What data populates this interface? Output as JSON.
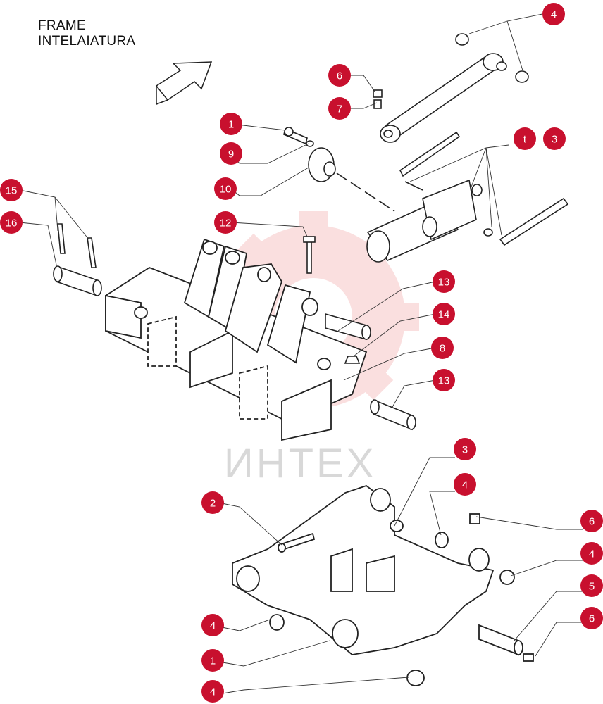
{
  "title": {
    "line1": "FRAME",
    "line2": "INTELAIATURA"
  },
  "watermark": "ИНТЕХ",
  "colors": {
    "badge": "#c8102e",
    "line": "#222222",
    "watermark": "#e8a0a0"
  },
  "callouts": {
    "c1": "1",
    "c2": "4",
    "c3": "6",
    "c4": "7",
    "c5": "t",
    "c6": "3",
    "c7": "9",
    "c8": "10",
    "c9": "15",
    "c10": "16",
    "c11": "12",
    "c12": "13",
    "c13": "14",
    "c14": "8",
    "c15": "13",
    "c16": "3",
    "c17": "4",
    "c18": "2",
    "c19": "6",
    "c20": "4",
    "c21": "5",
    "c22": "4",
    "c23": "6",
    "c24": "1",
    "c25": "4"
  }
}
